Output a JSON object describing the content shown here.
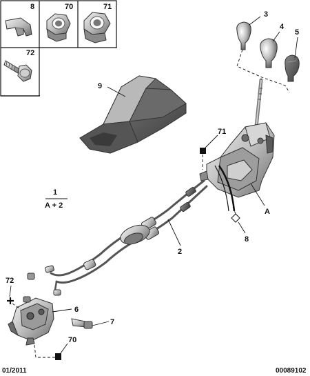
{
  "inset": {
    "cells": [
      {
        "label": "8",
        "part": "clip"
      },
      {
        "label": "70",
        "part": "nut"
      },
      {
        "label": "71",
        "part": "nut"
      },
      {
        "label": "72",
        "part": "bolt"
      }
    ]
  },
  "callouts": {
    "knob_a": "3",
    "knob_b": "4",
    "knob_c": "5",
    "cover": "9",
    "label_71": "71",
    "label_8": "8",
    "label_a": "A",
    "label_2": "2",
    "label_6": "6",
    "label_7": "7",
    "label_72": "72",
    "label_70": "70"
  },
  "legend": {
    "top": "1",
    "bottom": "A + 2"
  },
  "footer": {
    "date": "01/2011",
    "code": "00089102"
  },
  "colors": {
    "part_light": "#d9d9d9",
    "part_mid": "#9a9a9a",
    "part_dark": "#4a4a4a",
    "outline": "#111111"
  }
}
